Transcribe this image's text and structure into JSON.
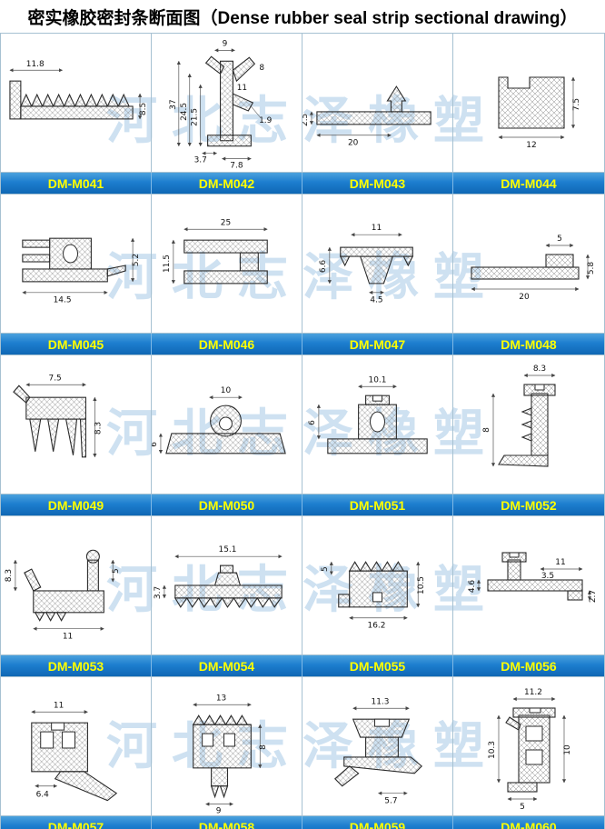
{
  "title": {
    "zh": "密实橡胶密封条断面图",
    "en": "（Dense rubber seal strip sectional drawing）"
  },
  "watermark": {
    "text": "河北志泽橡塑"
  },
  "colors": {
    "bar_blue": "#1d7ecf",
    "bar_text_yellow": "#ffff00",
    "grid_line": "#a6c1d2",
    "watermark_blue": "#7eb0db",
    "hatch_gray": "#8a8a8a"
  },
  "cells": [
    {
      "model": "DM-M041",
      "dims": [
        "11.8",
        "8.5"
      ]
    },
    {
      "model": "DM-M042",
      "dims": [
        "9",
        "37",
        "24.5",
        "21.5",
        "8",
        "11",
        "1.9",
        "3.7",
        "7.8"
      ]
    },
    {
      "model": "DM-M043",
      "dims": [
        "2.5",
        "20"
      ]
    },
    {
      "model": "DM-M044",
      "dims": [
        "7.5",
        "12"
      ]
    },
    {
      "model": "DM-M045",
      "dims": [
        "5.2",
        "14.5"
      ]
    },
    {
      "model": "DM-M046",
      "dims": [
        "25",
        "11.5"
      ]
    },
    {
      "model": "DM-M047",
      "dims": [
        "11",
        "6.6",
        "4.5"
      ]
    },
    {
      "model": "DM-M048",
      "dims": [
        "5",
        "5.8",
        "20"
      ]
    },
    {
      "model": "DM-M049",
      "dims": [
        "7.5",
        "8.3"
      ]
    },
    {
      "model": "DM-M050",
      "dims": [
        "10",
        "6"
      ]
    },
    {
      "model": "DM-M051",
      "dims": [
        "10.1",
        "6"
      ]
    },
    {
      "model": "DM-M052",
      "dims": [
        "8.3",
        "8"
      ]
    },
    {
      "model": "DM-M053",
      "dims": [
        "8.3",
        "5",
        "11"
      ]
    },
    {
      "model": "DM-M054",
      "dims": [
        "15.1",
        "3.7"
      ]
    },
    {
      "model": "DM-M055",
      "dims": [
        "5",
        "10.5",
        "16.2"
      ]
    },
    {
      "model": "DM-M056",
      "dims": [
        "11",
        "3.5",
        "4.6",
        "2.7"
      ]
    },
    {
      "model": "DM-M057",
      "dims": [
        "11",
        "6.4"
      ]
    },
    {
      "model": "DM-M058",
      "dims": [
        "13",
        "8",
        "9"
      ]
    },
    {
      "model": "DM-M059",
      "dims": [
        "11.3",
        "5.7"
      ]
    },
    {
      "model": "DM-M060",
      "dims": [
        "11.2",
        "10.3",
        "10",
        "5"
      ]
    }
  ]
}
